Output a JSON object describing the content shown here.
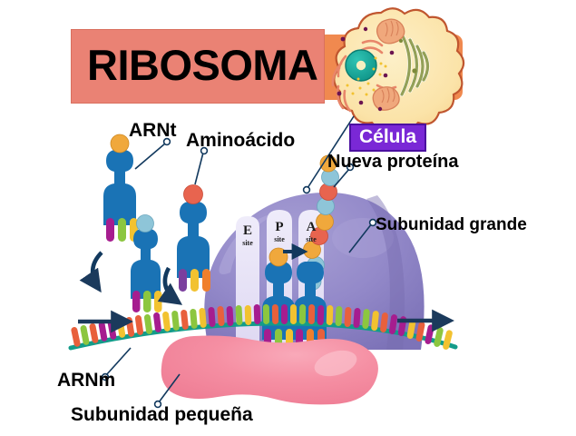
{
  "figure": {
    "title": "RIBOSOMA",
    "language": "es",
    "background_color": "#ffffff"
  },
  "banner": {
    "label": "RIBOSOMA",
    "fill": "#ea8274",
    "border": "#d9705f",
    "back_panel_fill": "#f0894f"
  },
  "badge": {
    "label": "Célula",
    "text_color": "#ffffff",
    "fill": "#7a28d6",
    "border": "#4b10a0"
  },
  "labels": {
    "arnt": "ARNt",
    "aminoacido": "Aminoácido",
    "nueva_proteina": "Nueva proteína",
    "subunidad_grande": "Subunidad grande",
    "arnm": "ARNm",
    "subunidad_pequena": "Subunidad pequeña"
  },
  "ribosome": {
    "large_subunit_color": "#8c83c4",
    "large_subunit_highlight": "#a79fd4",
    "small_subunit_color": "#f4869c",
    "small_subunit_highlight": "#f9a8b8",
    "sites": [
      {
        "letter": "E",
        "sub": "site"
      },
      {
        "letter": "P",
        "sub": "site"
      },
      {
        "letter": "A",
        "sub": "site"
      }
    ]
  },
  "trna": {
    "body_color": "#1a73b5",
    "amino_acid_colors": [
      "#f0a83c",
      "#8ec5d8",
      "#e8644f"
    ],
    "anticodon_colors": [
      "#a61d8f",
      "#8cc63f",
      "#f2c230",
      "#f07f2c",
      "#7b3f9e"
    ]
  },
  "mrna": {
    "backbone_color": "#139c8a",
    "base_colors": [
      "#e8603c",
      "#8cc63f",
      "#a61d8f",
      "#f2c230"
    ],
    "arrow_color": "#1b3a5c",
    "arrow_count": 2,
    "direction": "right"
  },
  "polypeptide": {
    "bead_colors": [
      "#f0a83c",
      "#8ec5d8",
      "#e8644f"
    ],
    "bead_count": 9
  },
  "cell": {
    "cytoplasm_color": "#fbe3a8",
    "membrane_color": "#c0562f",
    "nucleus_color": "#15a89a",
    "nucleolus_color": "#f7f0c0",
    "er_color": "#e8866a",
    "golgi_color": "#93a057",
    "mitochondria_color": "#f0a87c",
    "vesicle_color": "#6b1450"
  },
  "leaders": {
    "color": "#1b3a5c",
    "endpoint_marker": "open-circle"
  }
}
